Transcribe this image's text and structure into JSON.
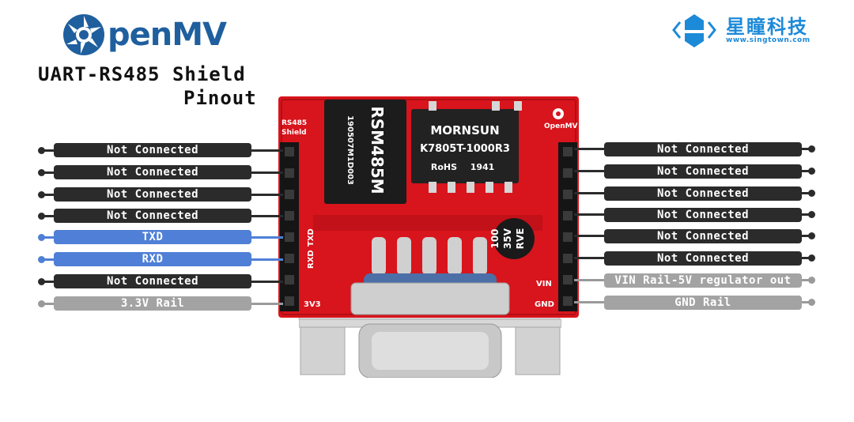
{
  "header": {
    "brand_text": "penMV",
    "title_line1": "UART-RS485  Shield",
    "title_line2": "Pinout",
    "partner_name": "星瞳科技",
    "partner_url": "www.singtown.com"
  },
  "left_pins": [
    {
      "label": "Not Connected",
      "style": "dark"
    },
    {
      "label": "Not Connected",
      "style": "dark"
    },
    {
      "label": "Not Connected",
      "style": "dark"
    },
    {
      "label": "Not Connected",
      "style": "dark"
    },
    {
      "label": "TXD",
      "style": "blue"
    },
    {
      "label": "RXD",
      "style": "blue"
    },
    {
      "label": "Not Connected",
      "style": "dark"
    },
    {
      "label": "3.3V Rail",
      "style": "grey"
    }
  ],
  "right_pins": [
    {
      "label": "Not Connected",
      "style": "dark"
    },
    {
      "label": "Not Connected",
      "style": "dark"
    },
    {
      "label": "Not Connected",
      "style": "dark"
    },
    {
      "label": "Not Connected",
      "style": "dark"
    },
    {
      "label": "Not Connected",
      "style": "dark"
    },
    {
      "label": "Not Connected",
      "style": "dark"
    },
    {
      "label": "VIN Rail-5V regulator out",
      "style": "grey"
    },
    {
      "label": "GND Rail",
      "style": "grey"
    }
  ],
  "board": {
    "shield_label": "RS485\nShield",
    "openmv_label": "OpenMV",
    "chip1_brand": "RSM485M",
    "chip1_code": "190507M1D003",
    "chip2_brand": "MORNSUN",
    "chip2_model": "K7805T-1000R3",
    "chip2_rohs": "RoHS",
    "chip2_year": "1941",
    "cap_line1": "100",
    "cap_line2": "35V",
    "cap_line3": "RVE",
    "silk_rxd": "RXD",
    "silk_txd": "TXD",
    "silk_3v3": "3V3",
    "silk_vin": "VIN",
    "silk_gnd": "GND"
  },
  "colors": {
    "brand_blue": "#1f5f9e",
    "partner_blue": "#1d8ad8",
    "pcb_red": "#d8141c",
    "label_dark": "#2b2b2b",
    "label_blue": "#4f7fd6",
    "label_grey": "#a3a3a3"
  }
}
